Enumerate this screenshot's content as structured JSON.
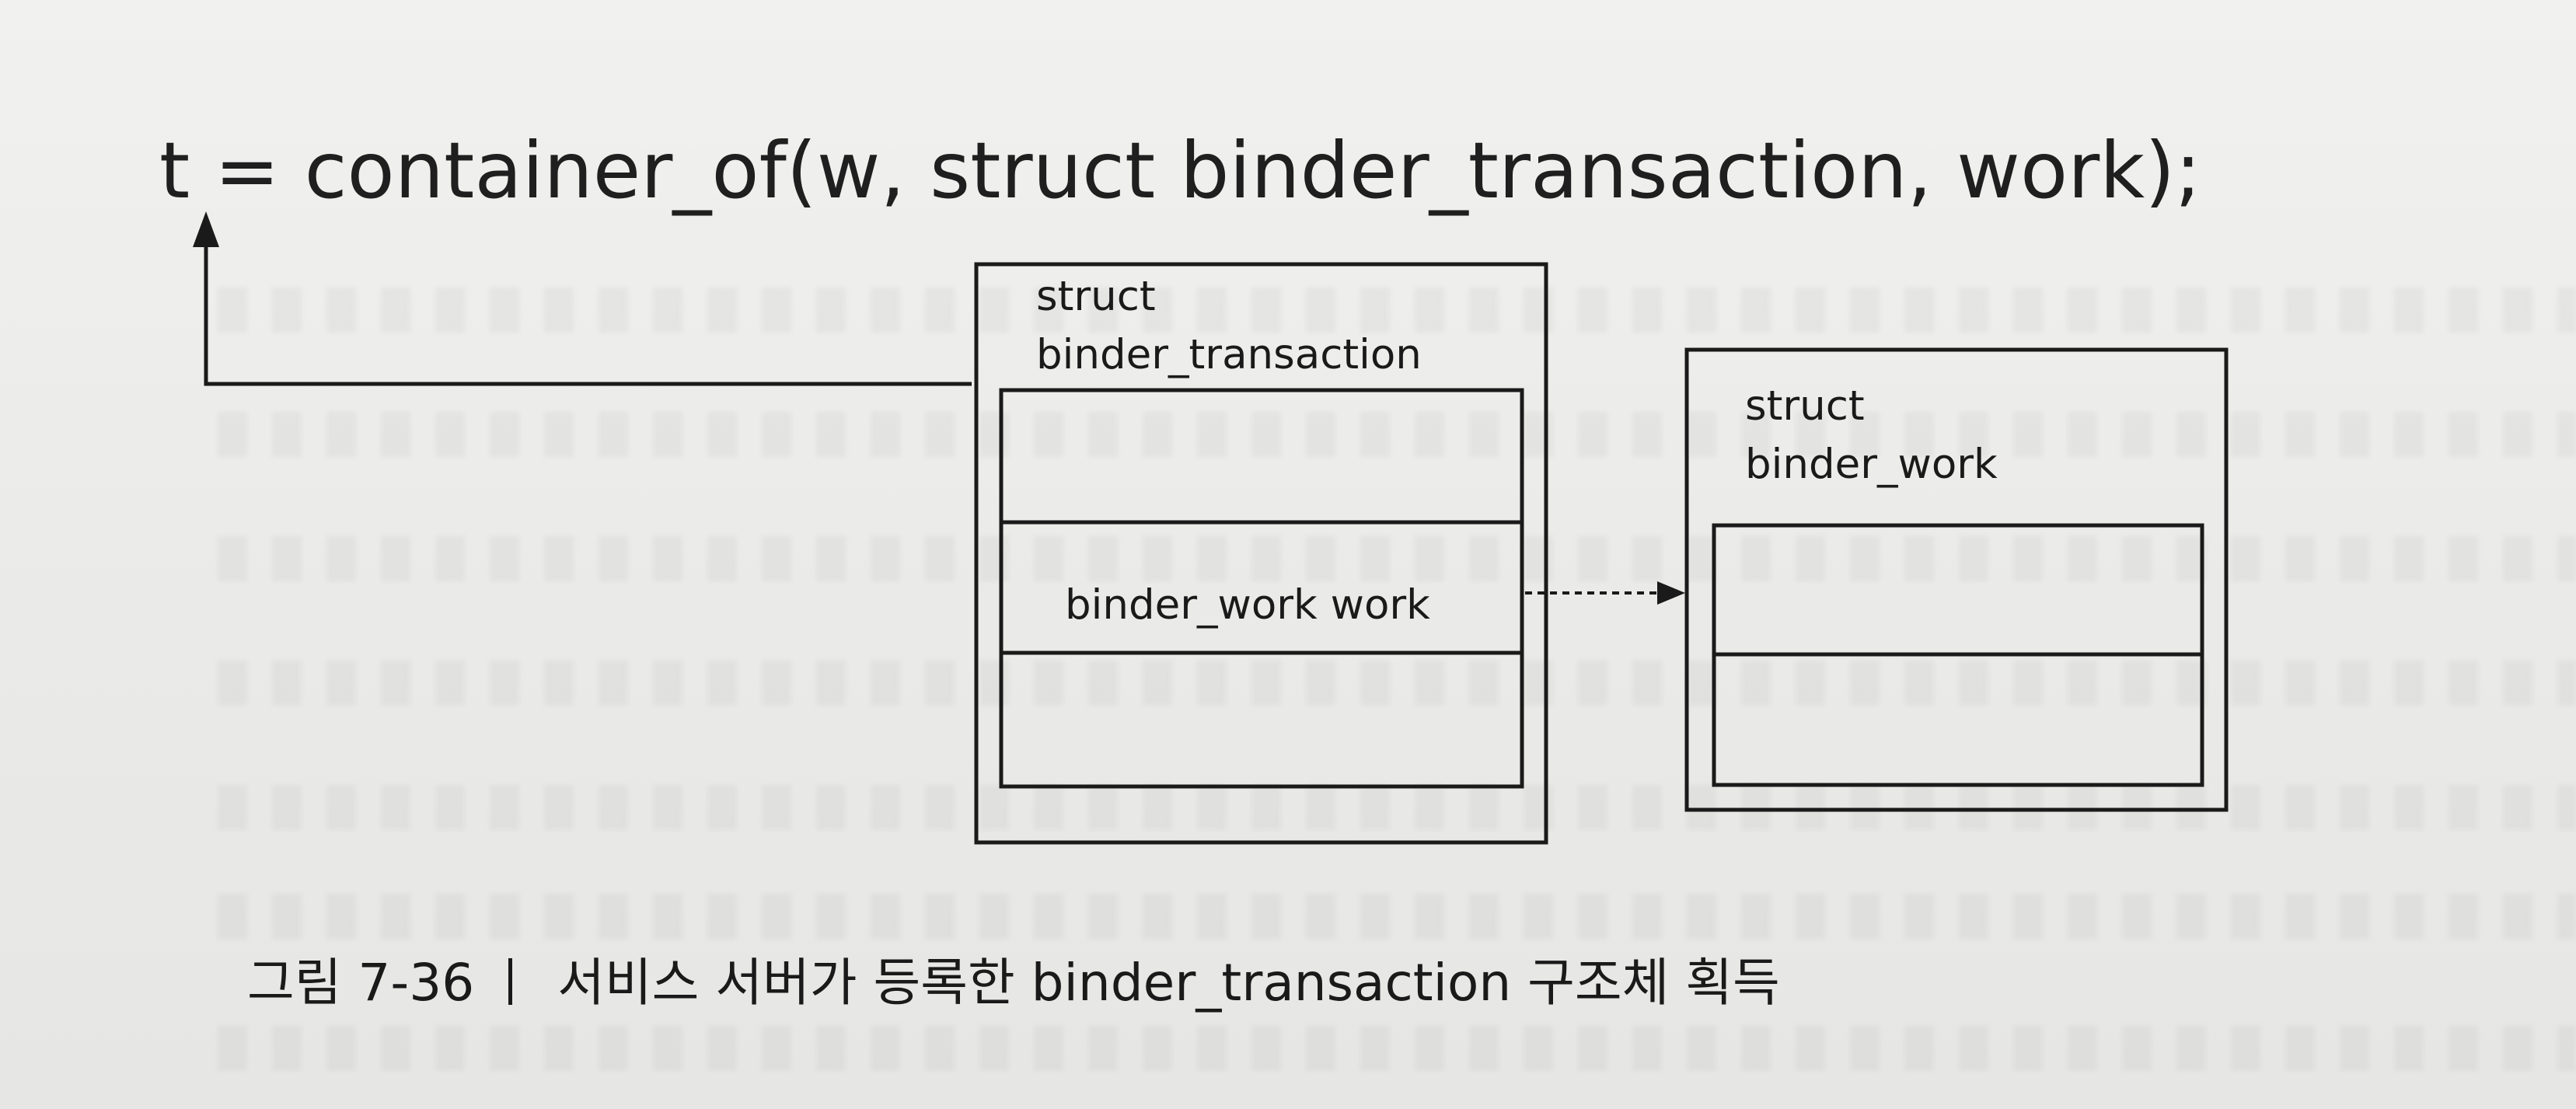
{
  "code_line": "t = container_of(w, struct binder_transaction, work);",
  "transaction_box": {
    "title_line1": "struct",
    "title_line2": "binder_transaction",
    "field": "binder_work work"
  },
  "work_box": {
    "title_line1": "struct",
    "title_line2": "binder_work"
  },
  "caption": {
    "label": "그림 7-36",
    "text": "서비스 서버가 등록한 binder_transaction 구조체 획득"
  },
  "colors": {
    "line": "#1a1a1a",
    "paper": "#ededeb"
  }
}
